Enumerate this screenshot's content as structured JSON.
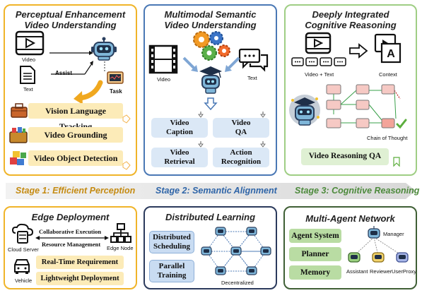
{
  "colors": {
    "yellow": "#f0b429",
    "blue": "#4a78b5",
    "green": "#9fce84",
    "darkgreen": "#3f5f35",
    "stage1": "#c58b12",
    "stage2": "#2f65a8",
    "stage3": "#4d8a3c"
  },
  "panel1": {
    "title_line1": "Perceptual Enhancement",
    "title_line2": "Video Understanding",
    "video_label": "Video",
    "text_label": "Text",
    "assist_label": "Assist",
    "task_label": "Task",
    "tasks": [
      "Vision Language Tracking",
      "Video Grounding",
      "Video Object Detection"
    ]
  },
  "panel2": {
    "title_line1": "Multimodal Semantic",
    "title_line2": "Video Understanding",
    "video_label": "Video",
    "text_label": "Text",
    "tasks": [
      [
        "Video",
        "Caption"
      ],
      [
        "Video",
        "QA"
      ],
      [
        "Video",
        "Retrieval"
      ],
      [
        "Action",
        "Recognition"
      ]
    ]
  },
  "panel3": {
    "title_line1": "Deeply Integrated",
    "title_line2": "Cognitive Reasoning",
    "video_text_label": "Video + Text",
    "context_label": "Context",
    "cot_label": "Chain of Thought",
    "task": "Video Reasoning QA"
  },
  "stages": [
    "Stage 1: Efficient Perception",
    "Stage 2: Semantic Alignment",
    "Stage 3: Cognitive Reasoning"
  ],
  "panel4": {
    "title": "Edge Deployment",
    "collab": "Collaborative Execution",
    "resource": "Resource Management",
    "cloud_label": "Cloud Server",
    "edge_label": "Edge Node",
    "vehicle_label": "Vehicle",
    "req1": "Real-Time Requirement",
    "req2": "Lightweight Deployment"
  },
  "panel5": {
    "title": "Distributed Learning",
    "box1": [
      "Distributed",
      "Scheduling"
    ],
    "box2": [
      "Parallel",
      "Training"
    ],
    "decentralized_label": "Decentralized"
  },
  "panel6": {
    "title": "Multi-Agent Network",
    "items": [
      "Agent System",
      "Planner",
      "Memory"
    ],
    "manager_label": "Manager",
    "assistant_label": "Assistant",
    "reviewer_label": "Reviewer",
    "userproxy_label": "UserProxy"
  }
}
